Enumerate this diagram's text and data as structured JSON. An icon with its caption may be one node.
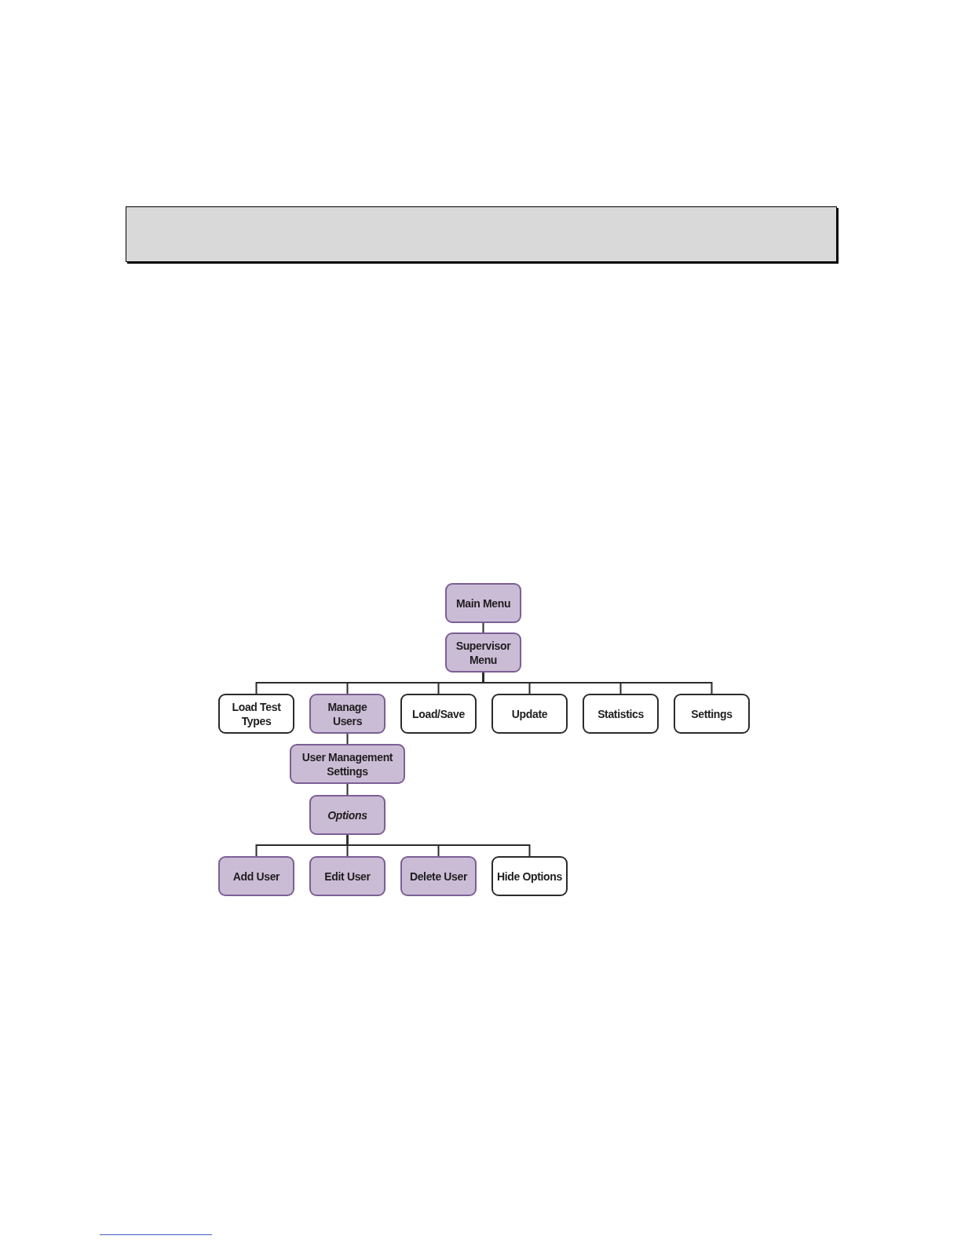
{
  "diagram": {
    "nodes": [
      {
        "text": [],
        "shape": "box"
      },
      {
        "text": [
          "Main Menu"
        ]
      },
      {
        "text": [
          "Supervisor Menu"
        ]
      },
      {
        "text": [
          "Load Test Types"
        ]
      },
      {
        "text": [
          "Manage Users"
        ]
      },
      {
        "text": [
          "Load/Save"
        ]
      },
      {
        "text": [
          "Update"
        ]
      },
      {
        "text": [
          "Statistics"
        ]
      },
      {
        "text": [
          "Settings"
        ]
      },
      {
        "text": [
          "User Management Settings"
        ]
      },
      {
        "text": [
          "*Options*"
        ]
      },
      {
        "text": [
          "Add User"
        ]
      },
      {
        "text": [
          "Edit User"
        ]
      },
      {
        "text": [
          "Delete User"
        ]
      },
      {
        "text": [
          "Hide Options"
        ]
      }
    ],
    "edges": [
      {
        "from": 1,
        "to": 2,
        "arrow": "none"
      },
      {
        "from": 2,
        "to": 3,
        "arrow": "none"
      },
      {
        "from": 2,
        "to": 4,
        "arrow": "none"
      },
      {
        "from": 2,
        "to": 5,
        "arrow": "none"
      },
      {
        "from": 2,
        "to": 6,
        "arrow": "none"
      },
      {
        "from": 2,
        "to": 7,
        "arrow": "none"
      },
      {
        "from": 2,
        "to": 8,
        "arrow": "none"
      },
      {
        "from": 4,
        "to": 9,
        "arrow": "none"
      },
      {
        "from": 9,
        "to": 10,
        "arrow": "none"
      },
      {
        "from": 10,
        "to": 11,
        "arrow": "none"
      },
      {
        "from": 10,
        "to": 12,
        "arrow": "none"
      },
      {
        "from": 10,
        "to": 13,
        "arrow": "none"
      },
      {
        "from": 10,
        "to": 14,
        "arrow": "none"
      }
    ]
  }
}
